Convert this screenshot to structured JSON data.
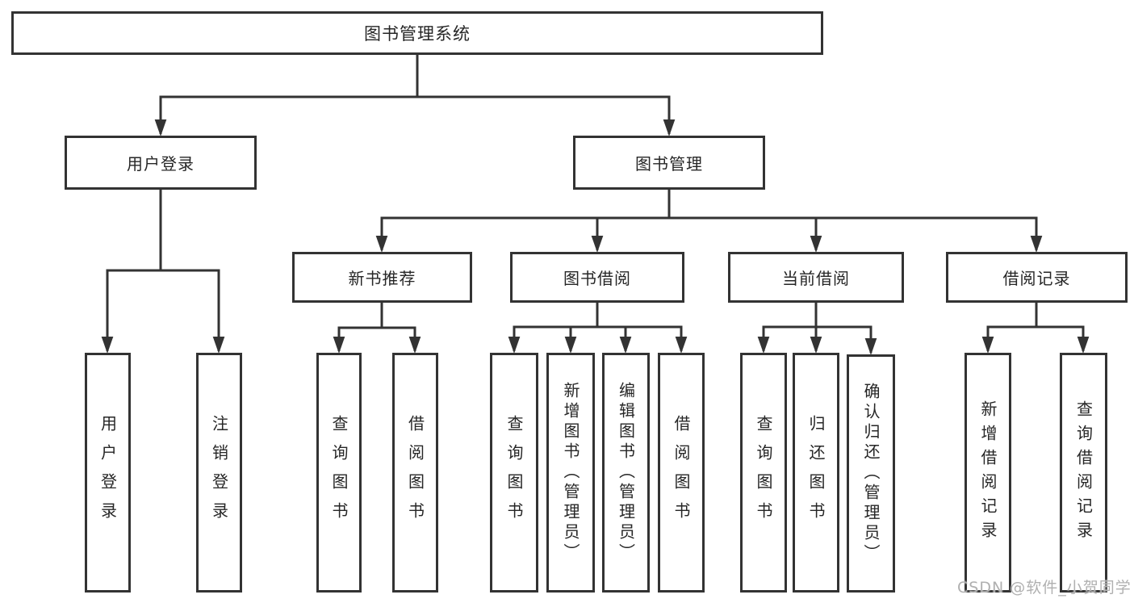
{
  "diagram": {
    "title_node": "图书管理系统",
    "nodes": {
      "root": "图书管理系统",
      "userLogin": "用户登录",
      "bookMgmt": "图书管理",
      "newBookRec": "新书推荐",
      "bookBorrow": "图书借阅",
      "currentBorrow": "当前借阅",
      "borrowRecord": "借阅记录",
      "leafUserLogin": "用户登录",
      "leafLogout": "注销登录",
      "nbQuery": "查询图书",
      "nbBorrow": "借阅图书",
      "bbQuery": "查询图书",
      "bbAdd": "新增图书（管理员）",
      "bbEdit": "编辑图书（管理员）",
      "bbBorrow": "借阅图书",
      "cbQuery": "查询图书",
      "cbReturn": "归还图书",
      "cbConfirm": "确认归还（管理员）",
      "brAdd": "新增借阅记录",
      "brQuery": "查询借阅记录"
    },
    "hierarchy": {
      "图书管理系统": {
        "用户登录": [
          "用户登录",
          "注销登录"
        ],
        "图书管理": {
          "新书推荐": [
            "查询图书",
            "借阅图书"
          ],
          "图书借阅": [
            "查询图书",
            "新增图书（管理员）",
            "编辑图书（管理员）",
            "借阅图书"
          ],
          "当前借阅": [
            "查询图书",
            "归还图书",
            "确认归还（管理员）"
          ],
          "借阅记录": [
            "新增借阅记录",
            "查询借阅记录"
          ]
        }
      }
    },
    "colors": {
      "line": "#333333",
      "box_border": "#333333",
      "text": "#262626",
      "background": "#ffffff",
      "watermark": "#b0b0b0"
    }
  },
  "watermark": "CSDN @软件_小贺同学"
}
